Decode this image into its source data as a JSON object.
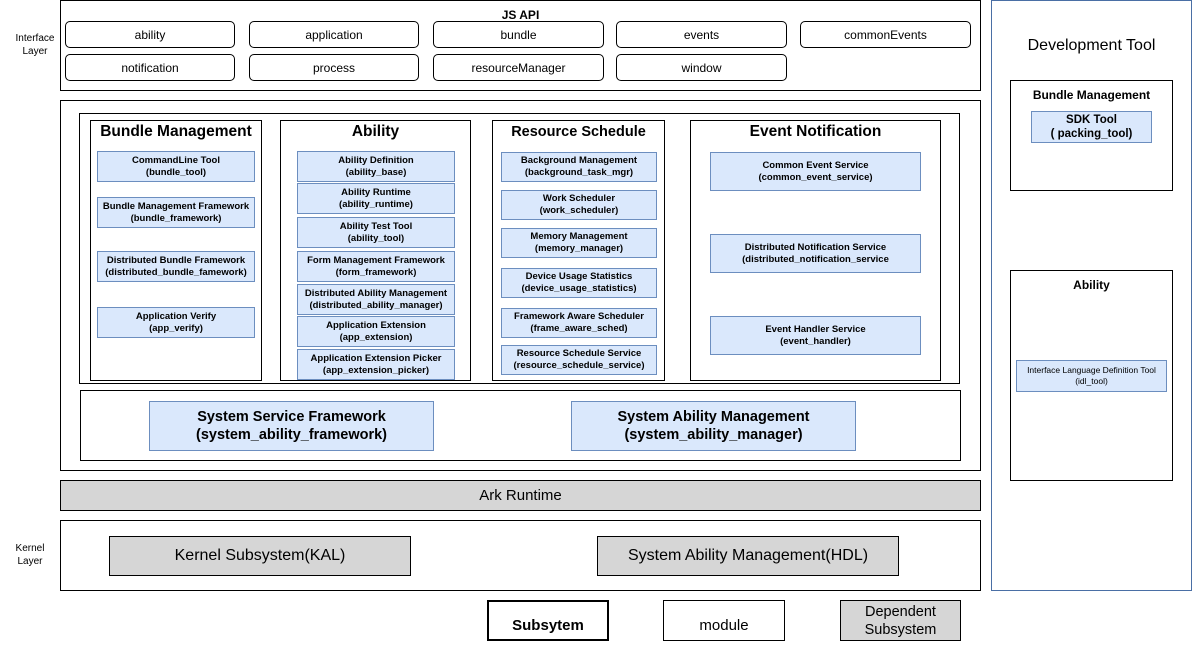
{
  "layers": {
    "interface": "Interface\nLayer",
    "kernel": "Kernel\nLayer"
  },
  "js_api": {
    "title": "JS API",
    "buttons": [
      "ability",
      "application",
      "bundle",
      "events",
      "commonEvents",
      "notification",
      "process",
      "resourceManager",
      "window"
    ]
  },
  "groups": {
    "bundle_management": {
      "title": "Bundle Management",
      "modules": [
        "CommandLine Tool\n(bundle_tool)",
        "Bundle Management Framework\n(bundle_framework)",
        "Distributed Bundle Framework\n(distributed_bundle_famework)",
        "Application Verify\n(app_verify)"
      ]
    },
    "ability": {
      "title": "Ability",
      "modules": [
        "Ability Definition\n(ability_base)",
        "Ability Runtime\n(ability_runtime)",
        "Ability Test Tool\n(ability_tool)",
        "Form Management Framework\n(form_framework)",
        "Distributed Ability Management\n(distributed_ability_manager)",
        "Application Extension\n(app_extension)",
        "Application Extension Picker\n(app_extension_picker)"
      ]
    },
    "resource_schedule": {
      "title": "Resource Schedule",
      "modules": [
        "Background Management\n(background_task_mgr)",
        "Work Scheduler\n(work_scheduler)",
        "Memory Management\n(memory_manager)",
        "Device Usage Statistics\n(device_usage_statistics)",
        "Framework Aware Scheduler\n(frame_aware_sched)",
        "Resource Schedule Service\n(resource_schedule_service)"
      ]
    },
    "event_notification": {
      "title": "Event Notification",
      "modules": [
        "Common Event Service\n(common_event_service)",
        "Distributed Notification Service\n(distributed_notification_service",
        "Event Handler Service\n(event_handler)"
      ]
    }
  },
  "frameworks": {
    "system_service": "System Service Framework\n(system_ability_framework)",
    "system_ability": "System Ability Management\n(system_ability_manager)"
  },
  "ark_runtime": "Ark Runtime",
  "kernel": {
    "kal": "Kernel Subsystem(KAL)",
    "hdl": "System Ability Management(HDL)"
  },
  "dev_tool": {
    "title": "Development Tool",
    "bundle_management": {
      "title": "Bundle Management",
      "module": "SDK Tool\n( packing_tool)"
    },
    "ability": {
      "title": "Ability",
      "module": "Interface Language Definition Tool\n(idl_tool)"
    }
  },
  "legend": {
    "subsystem": "Subsytem",
    "module": "module",
    "dependent": "Dependent\nSubsystem"
  },
  "colors": {
    "module_fill": "#dae8fc",
    "module_border": "#6c8ebf",
    "dependent_fill": "#d6d6d6",
    "dev_tool_border": "#4a6fa5"
  }
}
